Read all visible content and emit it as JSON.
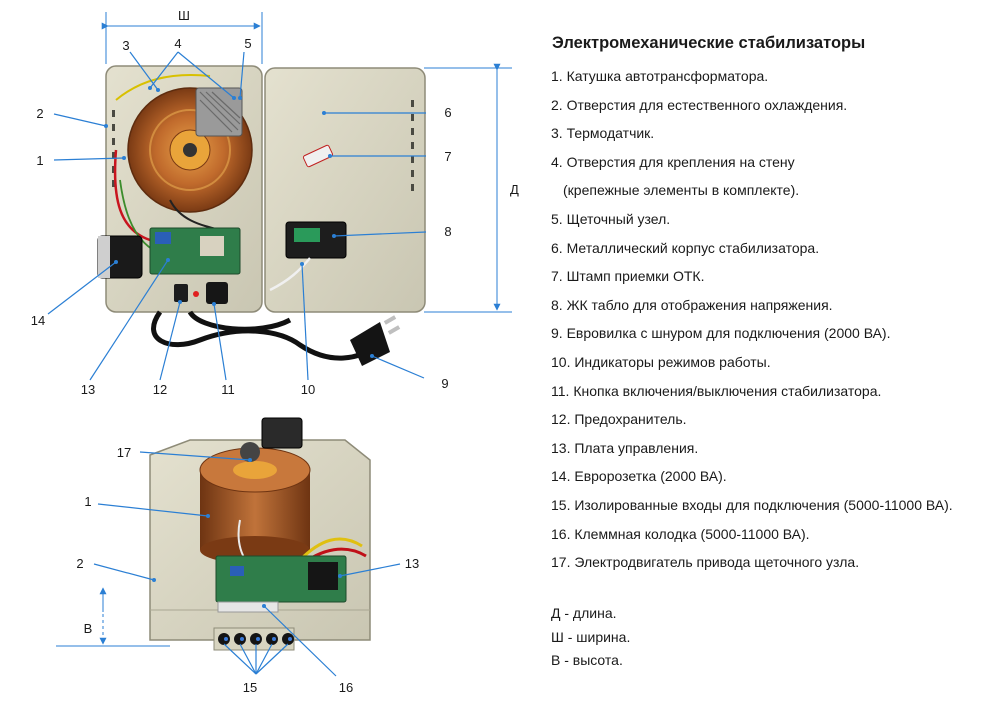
{
  "legend": {
    "title": "Электромеханические стабилизаторы",
    "items": [
      "1. Катушка автотрансформатора.",
      "2. Отверстия для естественного охлаждения.",
      "3. Термодатчик.",
      "4. Отверстия для крепления на стену",
      "(крепежные элементы в комплекте).",
      "5. Щеточный узел.",
      "6. Металлический корпус стабилизатора.",
      "7. Штамп приемки ОТК.",
      "8. ЖК табло для отображения напряжения.",
      "9. Евровилка с шнуром для подключения (2000 ВА).",
      "10. Индикаторы режимов работы.",
      "11. Кнопка включения/выключения стабилизатора.",
      "12. Предохранитель.",
      "13. Плата управления.",
      "14. Евророзетка (2000 ВА).",
      "15. Изолированные входы для подключения (5000-11000 ВА).",
      "16. Клеммная колодка (5000-11000 ВА).",
      "17. Электродвигатель привода щеточного узла."
    ],
    "dimensions": [
      "Д - длина.",
      "Ш - ширина.",
      "В - высота."
    ]
  },
  "callouts": {
    "top": {
      "n1": "1",
      "n2": "2",
      "n3": "3",
      "n4": "4",
      "n5": "5",
      "n6": "6",
      "n7": "7",
      "n8": "8",
      "n9": "9",
      "n10": "10",
      "n11": "11",
      "n12": "12",
      "n13": "13",
      "n14": "14"
    },
    "bottom": {
      "n1": "1",
      "n2": "2",
      "n13": "13",
      "n15": "15",
      "n16": "16",
      "n17": "17"
    },
    "dims": {
      "width": "Ш",
      "length": "Д",
      "height": "В"
    }
  },
  "colors": {
    "callout": "#2b7fd4",
    "case": "#d9d6c4",
    "copper": "#b8632a",
    "board": "#2f7d4a"
  }
}
